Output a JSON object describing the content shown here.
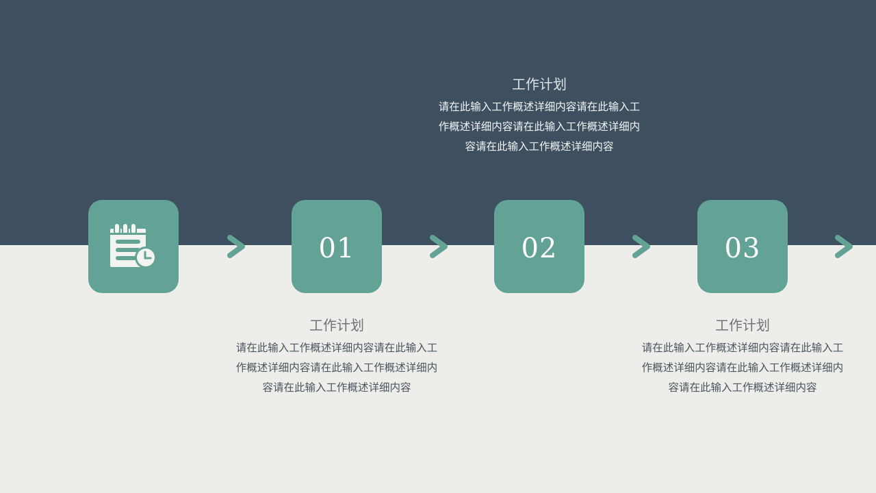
{
  "colors": {
    "top_band": "#3e4f60",
    "background": "#edeeea",
    "accent": "#62a395"
  },
  "steps": [
    {
      "label": "01"
    },
    {
      "label": "02"
    },
    {
      "label": "03"
    }
  ],
  "start_icon": "notepad-clock-icon",
  "chevron_icon": "chevron-right-icon",
  "text_blocks": [
    {
      "position": "below-01",
      "title": "工作计划",
      "body_lines": [
        "请在此输入工作概述详细内容请在此输入工",
        "作概述详细内容请在此输入工作概述详细内",
        "容请在此输入工作概述详细内容"
      ]
    },
    {
      "position": "above-02",
      "title": "工作计划",
      "body_lines": [
        "请在此输入工作概述详细内容请在此输入工",
        "作概述详细内容请在此输入工作概述详细内",
        "容请在此输入工作概述详细内容"
      ]
    },
    {
      "position": "below-03",
      "title": "工作计划",
      "body_lines": [
        "请在此输入工作概述详细内容请在此输入工",
        "作概述详细内容请在此输入工作概述详细内",
        "容请在此输入工作概述详细内容"
      ]
    }
  ]
}
